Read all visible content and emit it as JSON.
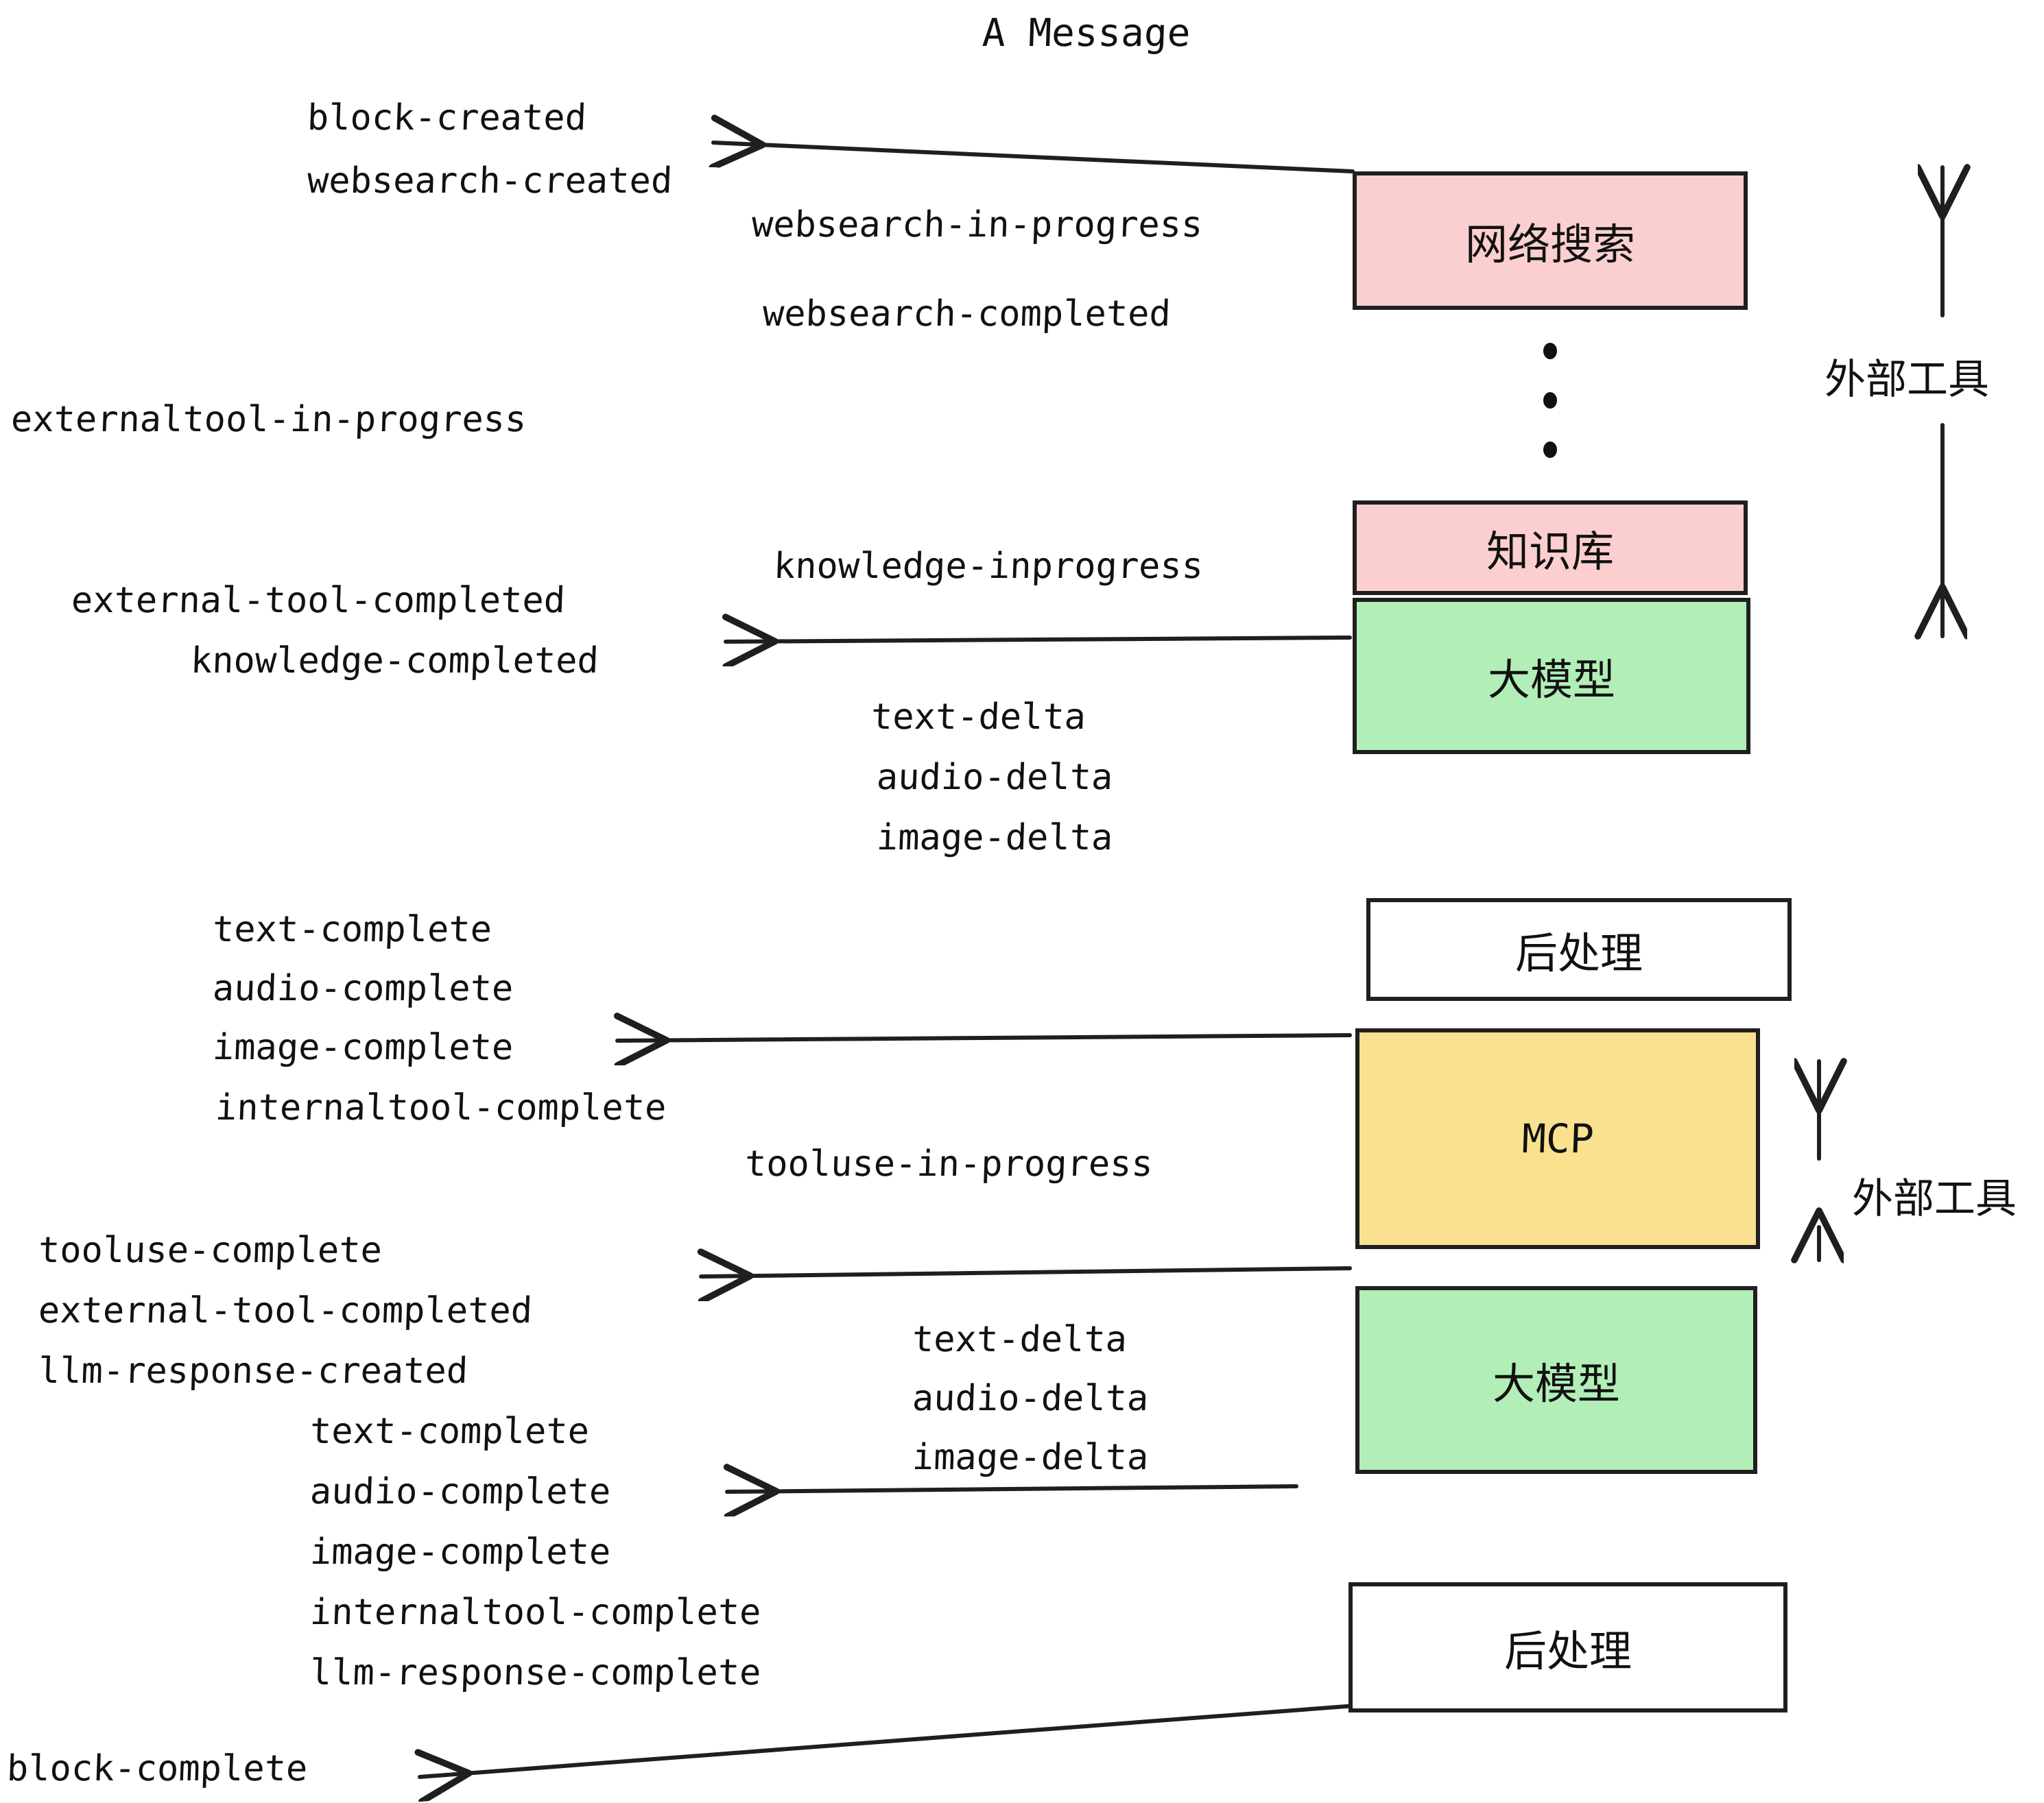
{
  "title": "A Message",
  "colors": {
    "pink": "#fbcfcf",
    "green": "#b2eeb8",
    "yellow": "#fae18f",
    "white": "#ffffff",
    "stroke": "#1f1f1f",
    "text": "#111111"
  },
  "boxes": [
    {
      "id": "websearch",
      "label": "网络搜索",
      "fill": "#fbcfcf",
      "mono": false
    },
    {
      "id": "knowledge",
      "label": "知识库",
      "fill": "#fbcfcf",
      "mono": false
    },
    {
      "id": "llm-top",
      "label": "大模型",
      "fill": "#b2eeb8",
      "mono": false
    },
    {
      "id": "postprocess-top",
      "label": "后处理",
      "fill": "#ffffff",
      "mono": false
    },
    {
      "id": "mcp",
      "label": "MCP",
      "fill": "#fae18f",
      "mono": true
    },
    {
      "id": "llm-bottom",
      "label": "大模型",
      "fill": "#b2eeb8",
      "mono": false
    },
    {
      "id": "postprocess-bottom",
      "label": "后处理",
      "fill": "#ffffff",
      "mono": false
    }
  ],
  "side_labels": [
    {
      "id": "external-tools-top",
      "text": "外部工具"
    },
    {
      "id": "external-tools-bottom",
      "text": "外部工具"
    }
  ],
  "events": [
    {
      "id": "block-created",
      "text": "block-created"
    },
    {
      "id": "websearch-created",
      "text": "websearch-created"
    },
    {
      "id": "websearch-in-progress",
      "text": "websearch-in-progress"
    },
    {
      "id": "websearch-completed",
      "text": "websearch-completed"
    },
    {
      "id": "externaltool-in-progress",
      "text": "externaltool-in-progress"
    },
    {
      "id": "knowledge-inprogress",
      "text": "knowledge-inprogress"
    },
    {
      "id": "external-tool-completed-1",
      "text": "external-tool-completed"
    },
    {
      "id": "knowledge-completed",
      "text": "knowledge-completed"
    },
    {
      "id": "text-delta-1",
      "text": "text-delta"
    },
    {
      "id": "audio-delta-1",
      "text": "audio-delta"
    },
    {
      "id": "image-delta-1",
      "text": "image-delta"
    },
    {
      "id": "text-complete-1",
      "text": "text-complete"
    },
    {
      "id": "audio-complete-1",
      "text": "audio-complete"
    },
    {
      "id": "image-complete-1",
      "text": "image-complete"
    },
    {
      "id": "internaltool-complete-1",
      "text": "internaltool-complete"
    },
    {
      "id": "tooluse-in-progress",
      "text": "tooluse-in-progress"
    },
    {
      "id": "tooluse-complete",
      "text": "tooluse-complete"
    },
    {
      "id": "external-tool-completed-2",
      "text": "external-tool-completed"
    },
    {
      "id": "llm-response-created",
      "text": "llm-response-created"
    },
    {
      "id": "text-complete-2",
      "text": "text-complete"
    },
    {
      "id": "audio-complete-2",
      "text": "audio-complete"
    },
    {
      "id": "image-complete-2",
      "text": "image-complete"
    },
    {
      "id": "internaltool-complete-2",
      "text": "internaltool-complete"
    },
    {
      "id": "llm-response-complete",
      "text": "llm-response-complete"
    },
    {
      "id": "block-complete",
      "text": "block-complete"
    },
    {
      "id": "text-delta-2",
      "text": "text-delta"
    },
    {
      "id": "audio-delta-2",
      "text": "audio-delta"
    },
    {
      "id": "image-delta-2",
      "text": "image-delta"
    }
  ]
}
